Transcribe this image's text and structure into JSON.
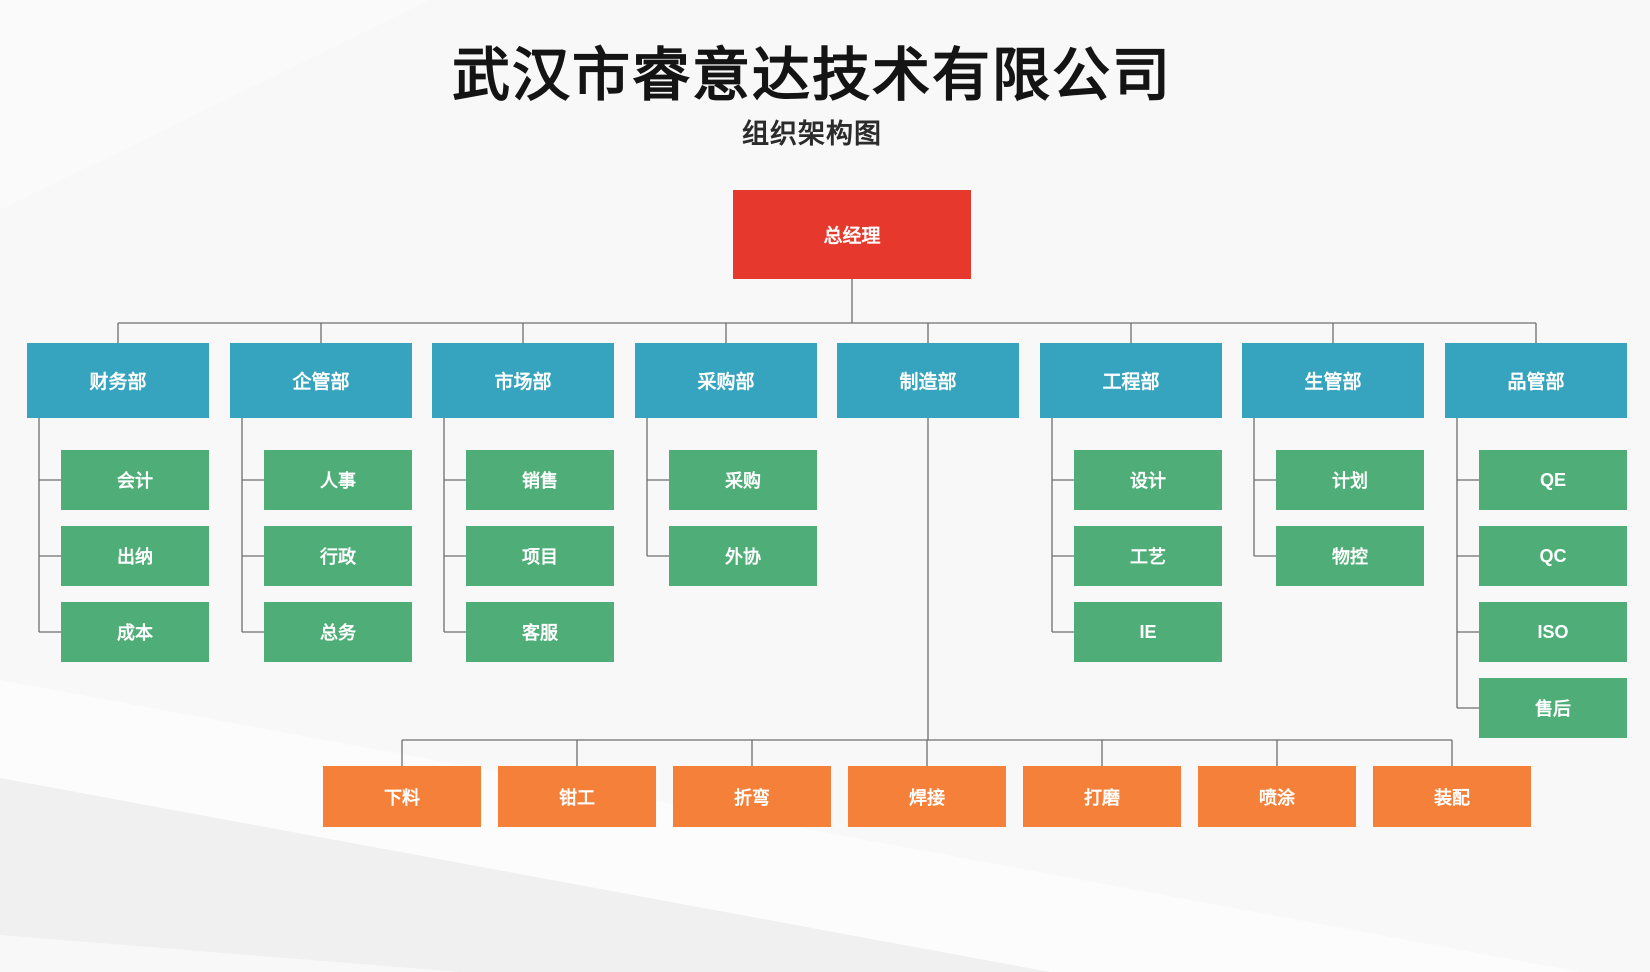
{
  "header": {
    "title": "武汉市睿意达技术有限公司",
    "subtitle": "组织架构图"
  },
  "colors": {
    "root_box": "#e6382c",
    "department_box": "#36a4bf",
    "sub_unit_box": "#4fae77",
    "workshop_box": "#f5803a",
    "connector_line": "#6e6e6e",
    "box_text": "#ffffff",
    "background": "#f8f8f9"
  },
  "root": {
    "label": "总经理"
  },
  "departments": [
    {
      "label": "财务部",
      "children": [
        "会计",
        "出纳",
        "成本"
      ]
    },
    {
      "label": "企管部",
      "children": [
        "人事",
        "行政",
        "总务"
      ]
    },
    {
      "label": "市场部",
      "children": [
        "销售",
        "项目",
        "客服"
      ]
    },
    {
      "label": "采购部",
      "children": [
        "采购",
        "外协"
      ]
    },
    {
      "label": "制造部",
      "children": []
    },
    {
      "label": "工程部",
      "children": [
        "设计",
        "工艺",
        "IE"
      ]
    },
    {
      "label": "生管部",
      "children": [
        "计划",
        "物控"
      ]
    },
    {
      "label": "品管部",
      "children": [
        "QE",
        "QC",
        "ISO",
        "售后"
      ]
    }
  ],
  "workshops": [
    "下料",
    "钳工",
    "折弯",
    "焊接",
    "打磨",
    "喷涂",
    "装配"
  ]
}
